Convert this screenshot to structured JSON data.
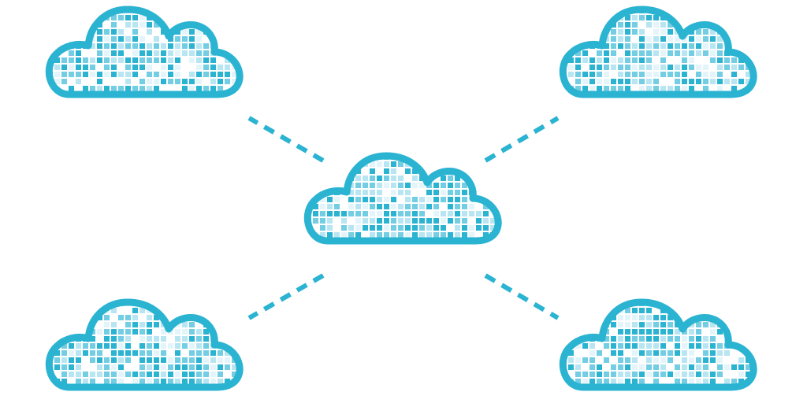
{
  "palette": {
    "background": "#ffffff",
    "outline": "#2bb3d2",
    "pixel_dark": "#2bb3d2",
    "pixel_mid": "#73cde3",
    "pixel_light": "#b7e5f1",
    "pixel_faint": "#e3f5fa",
    "connector": "#2bb3d2"
  },
  "icons": {
    "cloud": "cloud-icon"
  },
  "diagram": {
    "clouds": [
      {
        "id": "top-left"
      },
      {
        "id": "top-right"
      },
      {
        "id": "center"
      },
      {
        "id": "bottom-left"
      },
      {
        "id": "bottom-right"
      }
    ],
    "connectors": [
      {
        "from": "center",
        "to": "top-left"
      },
      {
        "from": "center",
        "to": "top-right"
      },
      {
        "from": "center",
        "to": "bottom-left"
      },
      {
        "from": "center",
        "to": "bottom-right"
      }
    ]
  }
}
